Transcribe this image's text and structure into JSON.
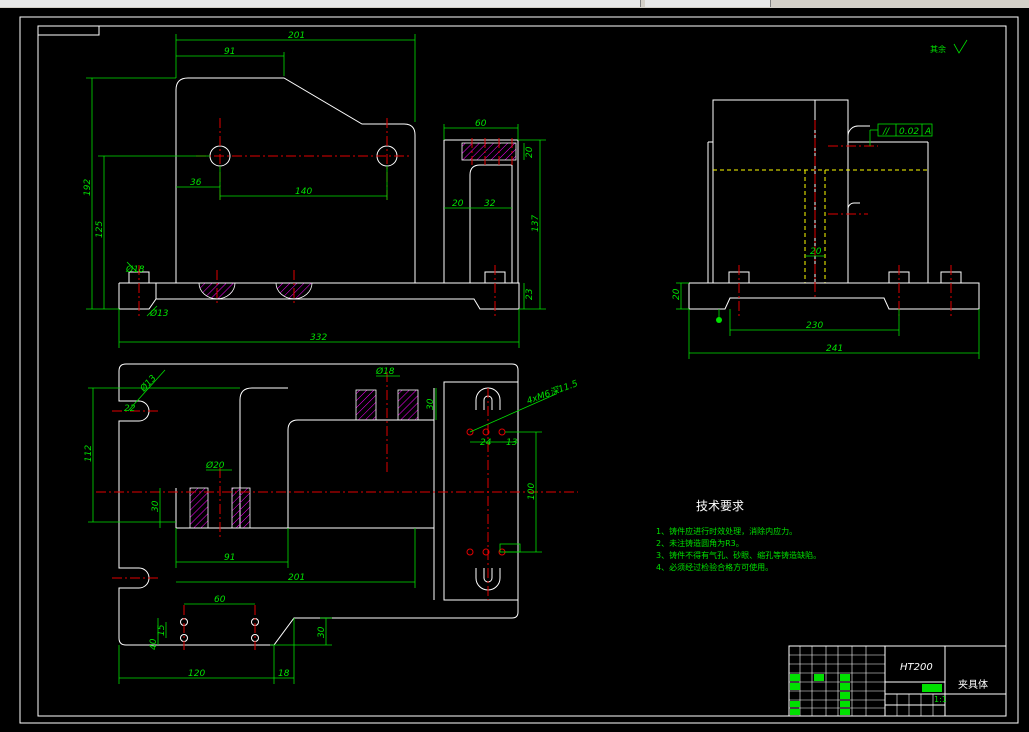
{
  "dimensions": {
    "d201_top": "201",
    "d91_top": "91",
    "d36": "36",
    "d140": "140",
    "d192": "192",
    "d125": "125",
    "d332": "332",
    "d60_side": "60",
    "d20_side": "20",
    "d20a": "20",
    "d32": "32",
    "d137": "137",
    "d23": "23",
    "d230": "230",
    "d241": "241",
    "d20_right": "20",
    "d20_center": "20",
    "d112": "112",
    "d30_plan": "30",
    "d30_slot": "30",
    "d91_plan": "91",
    "d201_plan": "201",
    "d60_plan": "60",
    "d30_lower": "30",
    "d120": "120",
    "d18": "18",
    "d24": "24",
    "d13": "13",
    "d100": "100",
    "d15": "15",
    "d40": "40",
    "d22": "22",
    "d13_dia": "Ø13",
    "d18_dia": "Ø18",
    "d20_dia": "Ø20"
  },
  "callouts": {
    "thread": "4xM6深11.5",
    "parallelism_symbol": "//",
    "parallelism_value": "0.02",
    "parallelism_datum": "A",
    "roughness_note": "其余"
  },
  "tech": {
    "heading": "技术要求",
    "items": [
      "1、铸件应进行时效处理，消除内应力。",
      "2、未注铸造圆角为R3。",
      "3、铸件不得有气孔、砂眼、缩孔等铸造缺陷。",
      "4、必须经过检验合格方可使用。"
    ]
  },
  "titleblock": {
    "material": "HT200",
    "name": "夹具体",
    "scale": "1:1"
  },
  "colors": {
    "background": "#000000",
    "outline": "#ffffff",
    "dimension": "#00e000",
    "center": "#e00000",
    "hidden": "#ffff00"
  }
}
